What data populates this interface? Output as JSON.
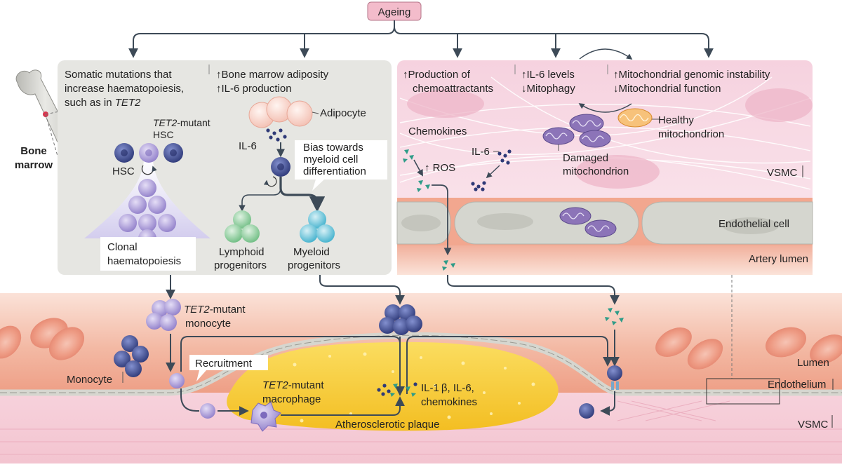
{
  "root": {
    "label": "Ageing"
  },
  "bone_marrow": {
    "label_line1": "Bone",
    "label_line2": "marrow",
    "panel1": {
      "line1": "Somatic mutations that",
      "line2": "increase haematopoiesis,",
      "line3_prefix": "such as in ",
      "line3_gene": "TET2"
    },
    "panel2": {
      "line1": "↑Bone marrow adiposity",
      "line2": "↑IL-6 production"
    },
    "hsc": "HSC",
    "tet2_gene": "TET2",
    "tet2_hsc_suffix": "-mutant",
    "tet2_hsc_line2": "HSC",
    "clonal_line1": "Clonal",
    "clonal_line2": "haematopoiesis",
    "adipocyte": "Adipocyte",
    "il6": "IL-6",
    "bias_line1": "Bias towards",
    "bias_line2": "myeloid cell",
    "bias_line3": "differentiation",
    "lymphoid_line1": "Lymphoid",
    "lymphoid_line2": "progenitors",
    "myeloid_line1": "Myeloid",
    "myeloid_line2": "progenitors"
  },
  "vessel_wall": {
    "chemo_line1": "↑Production of",
    "chemo_line2": "chemoattractants",
    "il6_line1": "↑IL-6 levels",
    "il6_line2": "↓Mitophagy",
    "mito_line1": "↑Mitochondrial genomic instability",
    "mito_line2": "↓Mitochondrial function",
    "chemokines": "Chemokines",
    "ros": "↑ ROS",
    "il6": "IL-6",
    "healthy_line1": "Healthy",
    "healthy_line2": "mitochondrion",
    "damaged_line1": "Damaged",
    "damaged_line2": "mitochondrion",
    "vsmc": "VSMC",
    "endothelial": "Endothelial cell",
    "lumen": "Artery lumen"
  },
  "artery": {
    "tet2_gene": "TET2",
    "tet2_monocyte_suffix": "-mutant",
    "tet2_monocyte_line2": "monocyte",
    "monocyte": "Monocyte",
    "recruitment": "Recruitment",
    "tet2_macro_suffix": "-mutant",
    "tet2_macro_line2": "macrophage",
    "cytokines_line1": "IL-1 β, IL-6,",
    "cytokines_line2": "chemokines",
    "plaque": "Atherosclerotic plaque",
    "lumen": "Lumen",
    "endothelium": "Endothelium",
    "vsmc": "VSMC"
  },
  "colors": {
    "arrow": "#3d4a57",
    "ageing_fill": "#f3bccb",
    "panel_grey": "#e6e6e2",
    "panel_pink": "#f7dce4",
    "lumen_red": "#f3c1ad",
    "plaque": "#f6c92f",
    "hsc_blue": "#3d4c8f",
    "tet2_purple": "#a99ad6",
    "lymphoid_green": "#8fcf9e",
    "myeloid_cyan": "#63c4d9",
    "adipocyte": "#f6cfc6",
    "mito_purple": "#8c74b8",
    "mito_orange": "#f0a64a",
    "chemokine_teal": "#2e9c88"
  }
}
